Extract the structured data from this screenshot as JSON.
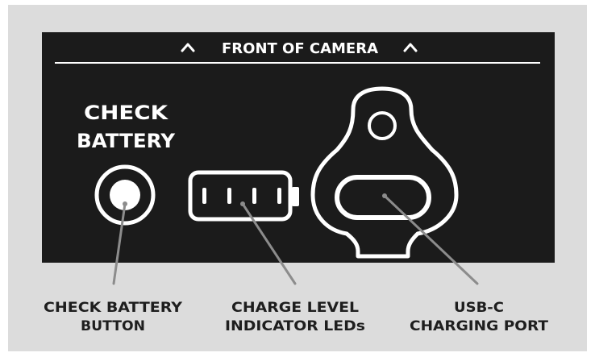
{
  "panel": {
    "header": "FRONT OF CAMERA",
    "header_icon": "chevron-up-icon",
    "check_battery_lines": [
      "CHECK",
      "BATTERY"
    ]
  },
  "callouts": {
    "check_battery_button": [
      "CHECK BATTERY",
      "BUTTON"
    ],
    "charge_level_leds": [
      "CHARGE LEVEL",
      "INDICATOR LEDs"
    ],
    "usb_c_port": [
      "USB-C",
      "CHARGING PORT"
    ]
  },
  "battery_led_count": 4,
  "colors": {
    "background": "#dcdcdc",
    "panel": "#1b1b1b",
    "panel_foreground": "#ffffff",
    "callout_line": "#8c8c8c",
    "callout_text": "#1e1e1e"
  }
}
